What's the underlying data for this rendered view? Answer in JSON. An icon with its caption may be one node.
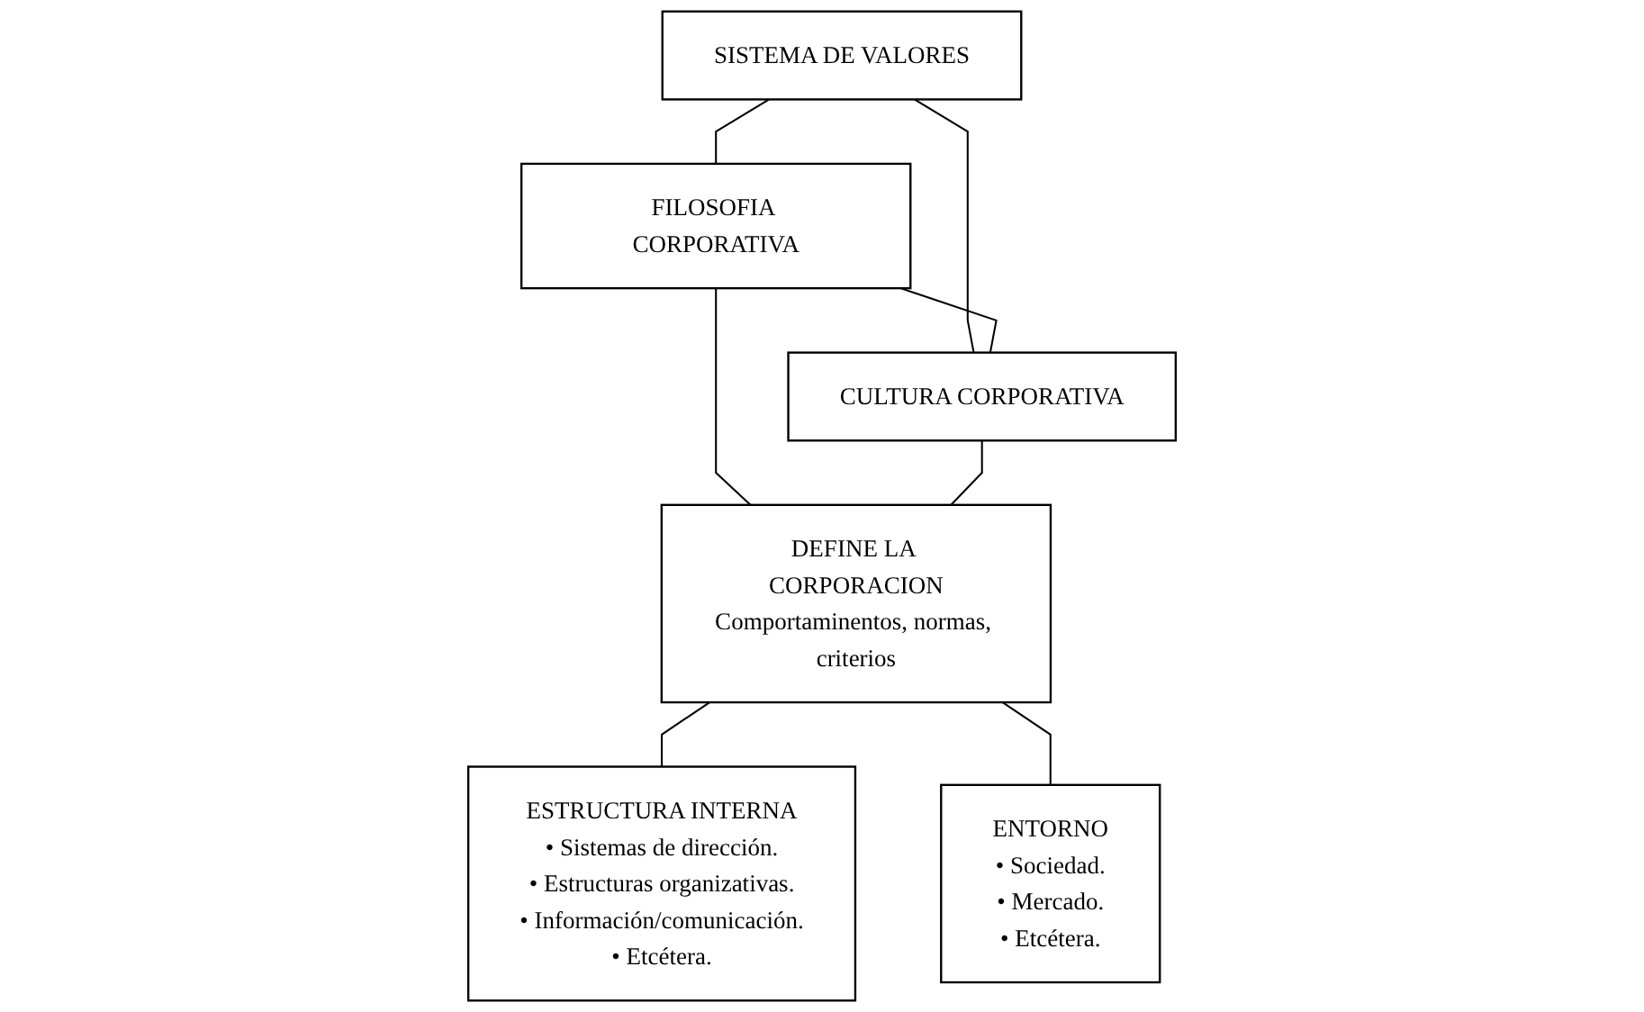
{
  "diagram": {
    "nodes": [
      {
        "text": [
          "SISTEMA DE VALORES"
        ]
      },
      {
        "text": [
          "FILOSOFIA CORPORATIVA"
        ]
      },
      {
        "text": [
          "CULTURA CORPORATIVA"
        ]
      },
      {
        "text": [
          "DEFINE LA CORPORACION",
          "Comportaminentos, normas, criterios"
        ]
      },
      {
        "text": [
          "ESTRUCTURA INTERNA",
          "• Sistemas de dirección.",
          "• Estructuras organizativas.",
          "• Información/comunicación.",
          "• Etcétera."
        ]
      },
      {
        "text": [
          "ENTORNO",
          "• Sociedad.",
          "• Mercado.",
          "• Etcétera."
        ]
      }
    ],
    "edges": [
      {
        "from": 0,
        "to": 1,
        "arrow": "none"
      },
      {
        "from": 0,
        "to": 2,
        "arrow": "none"
      },
      {
        "from": 1,
        "to": 2,
        "arrow": "none"
      },
      {
        "from": 1,
        "to": 3,
        "arrow": "none"
      },
      {
        "from": 2,
        "to": 3,
        "arrow": "none"
      },
      {
        "from": 3,
        "to": 4,
        "arrow": "none"
      },
      {
        "from": 3,
        "to": 5,
        "arrow": "none"
      }
    ]
  }
}
